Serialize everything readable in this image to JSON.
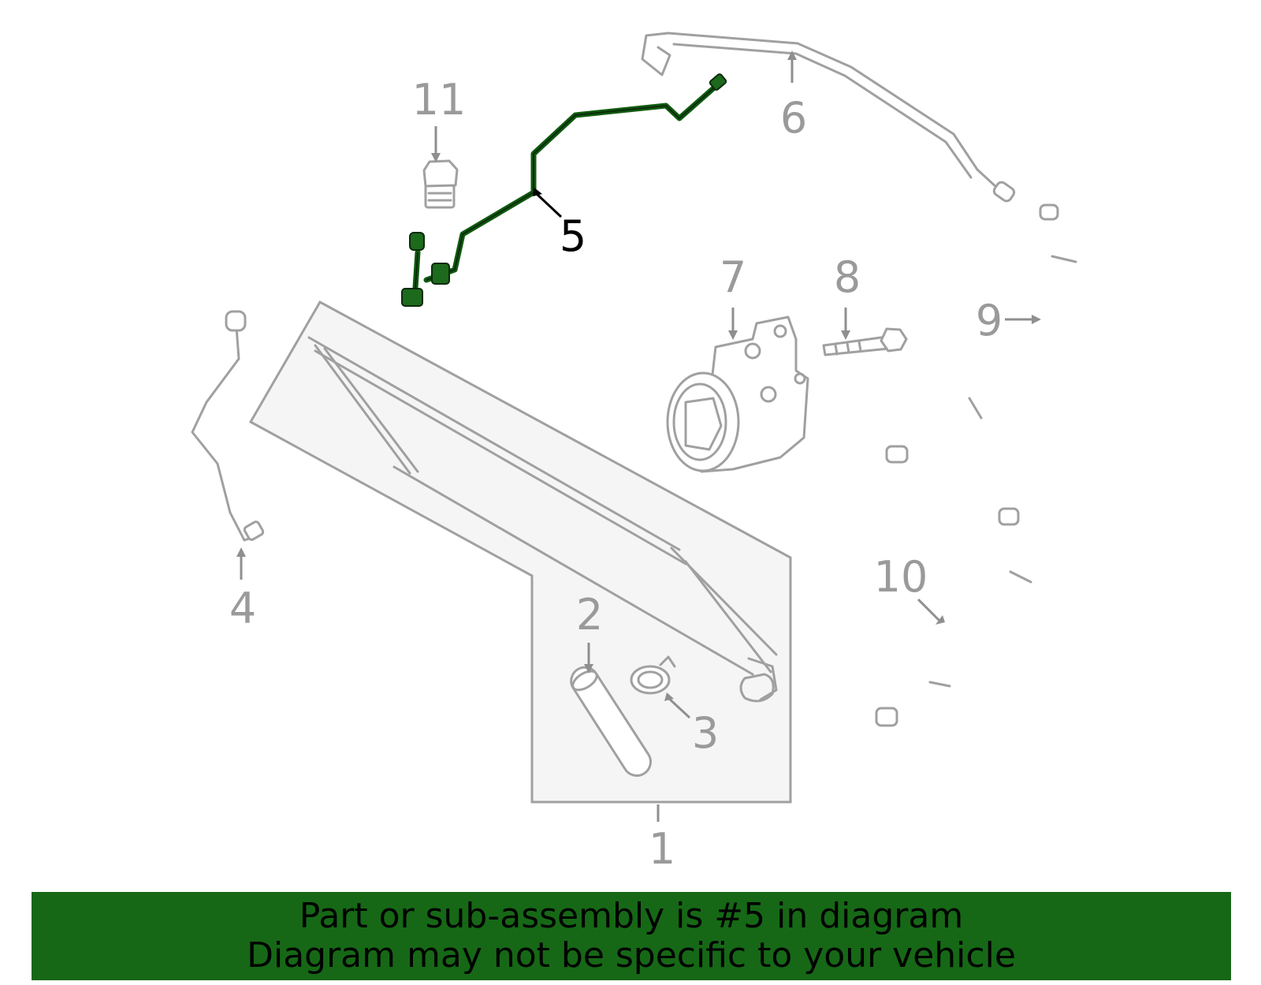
{
  "diagram": {
    "callouts": [
      {
        "id": "1",
        "label": "1"
      },
      {
        "id": "2",
        "label": "2"
      },
      {
        "id": "3",
        "label": "3"
      },
      {
        "id": "4",
        "label": "4"
      },
      {
        "id": "5",
        "label": "5"
      },
      {
        "id": "6",
        "label": "6"
      },
      {
        "id": "7",
        "label": "7"
      },
      {
        "id": "8",
        "label": "8"
      },
      {
        "id": "9",
        "label": "9"
      },
      {
        "id": "10",
        "label": "10"
      },
      {
        "id": "11",
        "label": "11"
      }
    ],
    "highlighted_part": "5",
    "colors": {
      "highlight": "#0f5a0f",
      "banner": "#166816",
      "part_outline": "#a0a0a0"
    }
  },
  "banner": {
    "line1": "Part or sub-assembly is #5 in diagram",
    "line2": "Diagram may not be specific to your vehicle"
  }
}
